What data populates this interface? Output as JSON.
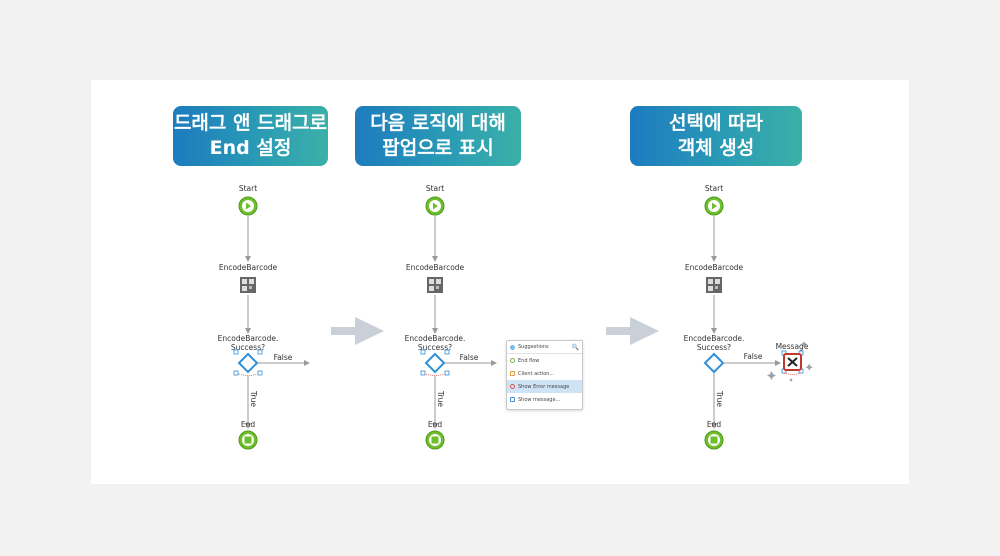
{
  "banners": [
    {
      "line1": "드래그 앤 드래그로",
      "line2": "End 설정"
    },
    {
      "line1": "다음 로직에 대해",
      "line2": "팝업으로 표시"
    },
    {
      "line1": "선택에 따라",
      "line2": "객체 생성"
    }
  ],
  "flow": {
    "start_label": "Start",
    "action_label": "EncodeBarcode",
    "condition_line1": "EncodeBarcode.",
    "condition_line2": "Success?",
    "false_label": "False",
    "true_label": "True",
    "end_label": "End",
    "message_label": "Message"
  },
  "popup": {
    "header": "Suggestions",
    "search_icon": "🔍",
    "items": [
      {
        "label": "End flow",
        "icon": "end-flow-icon",
        "color": "#7ab648"
      },
      {
        "label": "Client action...",
        "icon": "client-action-icon",
        "color": "#e39a3b"
      },
      {
        "label": "Show Error message",
        "icon": "error-message-icon",
        "color": "#d9534f"
      },
      {
        "label": "Show message...",
        "icon": "message-icon",
        "color": "#4a90d9"
      }
    ]
  },
  "colors": {
    "banner_start": "#1d7bbf",
    "banner_end": "#3bb0a8",
    "node_green": "#6fbf2d",
    "decision_blue": "#2f8fd8",
    "arrow_gray": "#c9d0d8",
    "error_red": "#c0392b"
  }
}
